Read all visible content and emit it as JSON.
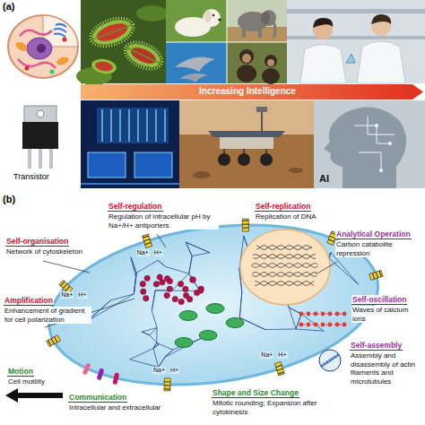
{
  "diagram": {
    "nodes": [
      {
        "text": [
          "Increasing Intelligence"
        ]
      }
    ],
    "labels": [
      "(a)",
      "Transistor",
      "AI",
      "(b)",
      "Self-regulation",
      "Regulation of intracellular pH by Na+/H+ antiporters",
      "Self-replication",
      "Replication of DNA",
      "Self-organisation",
      "Network of cytoskeleton",
      "Analytical Operation",
      "Carbon catabolite repression",
      "Amplification",
      "Enhancement of gradient for cell polarization",
      "Self-oscillation",
      "Waves of calcium ions",
      "Self-assembly",
      "Assembly and disassembly of actin filaments and microtubules",
      "Motion",
      "Cell motility",
      "Communication",
      "Intracellular and extracellular",
      "Shape and Size Change",
      "Mitotic rounding; Expansion after cytokinesis",
      "Na+",
      "H+",
      "Na+",
      "H+",
      "Na+",
      "H+",
      "Na+",
      "H+"
    ]
  }
}
